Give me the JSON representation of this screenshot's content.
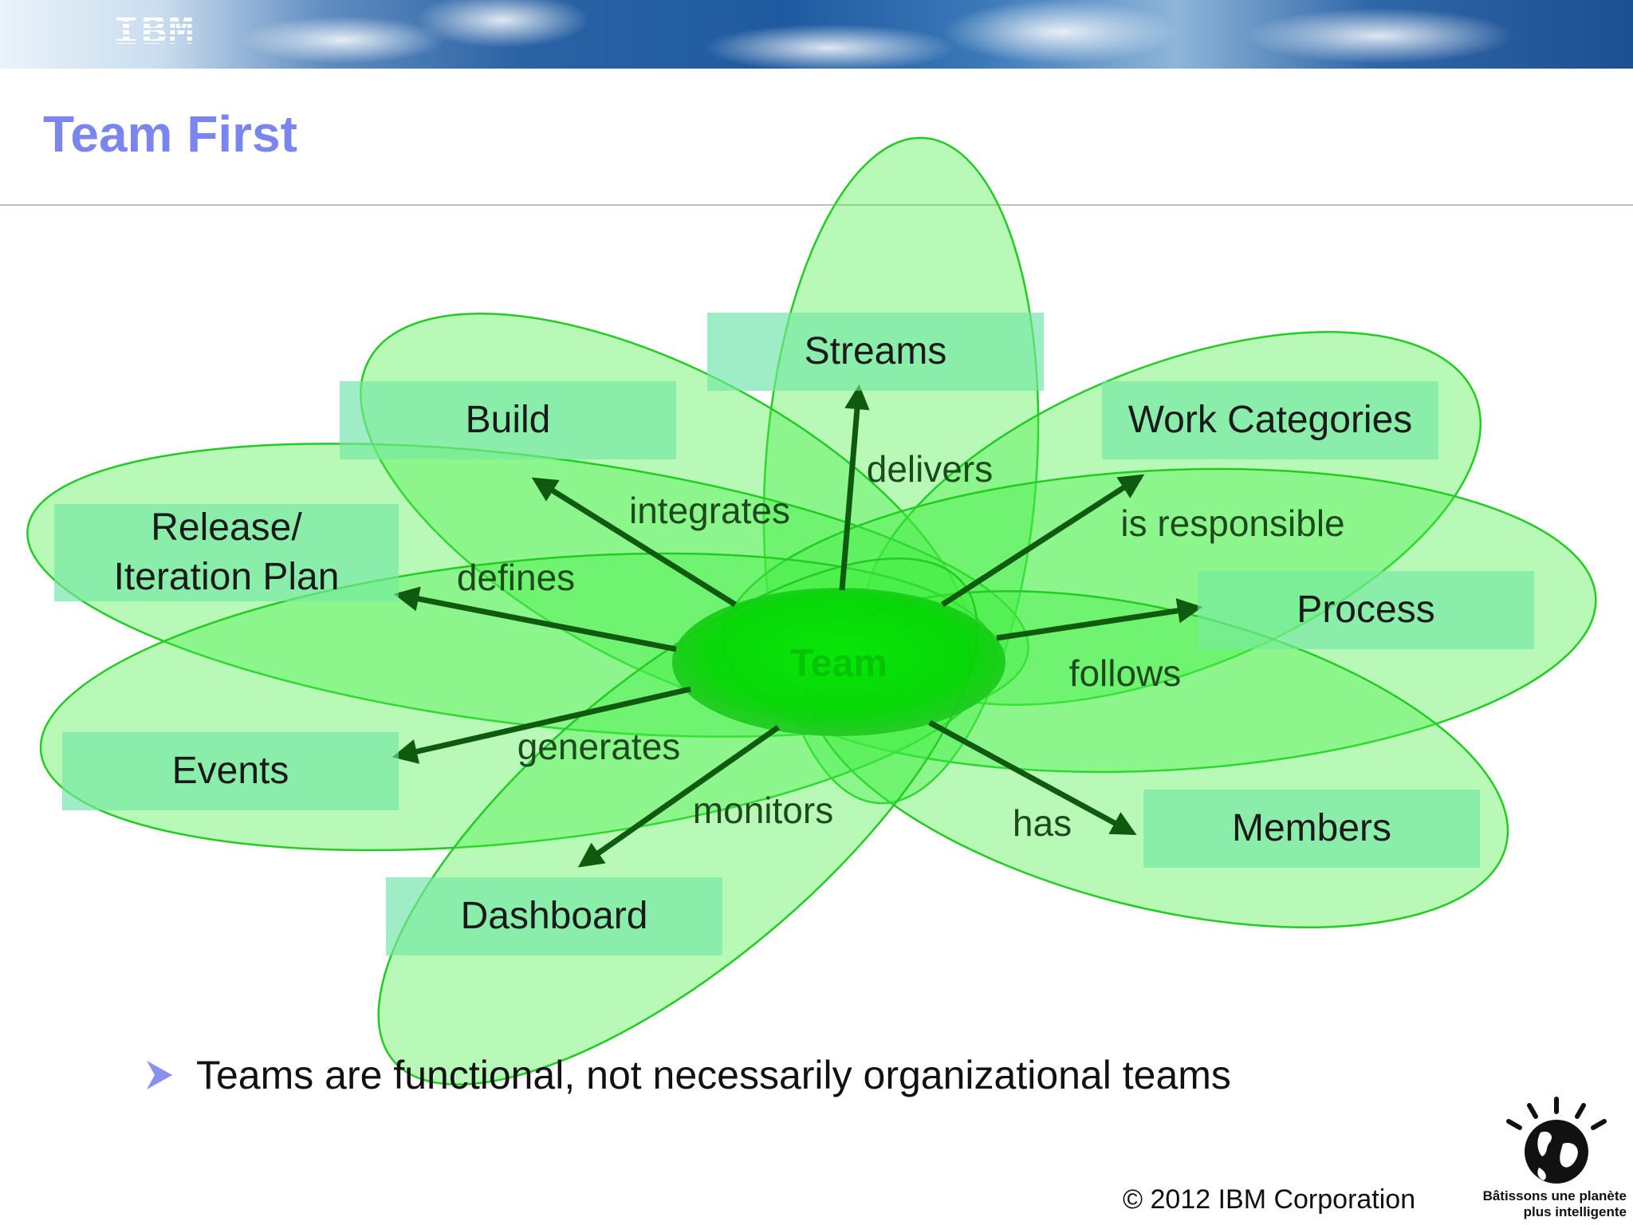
{
  "slide": {
    "title": "Team First",
    "brand": "IBM",
    "bullet": "Teams are functional, not necessarily organizational teams",
    "copyright": "© 2012 IBM Corporation",
    "tagline_line1": "Bâtissons une planète",
    "tagline_line2": "plus intelligente"
  },
  "diagram": {
    "center": "Team",
    "nodes": {
      "streams": "Streams",
      "build": "Build",
      "work_categories": "Work Categories",
      "release_line1": "Release/",
      "release_line2": "Iteration Plan",
      "process": "Process",
      "events": "Events",
      "members": "Members",
      "dashboard": "Dashboard"
    },
    "edges": {
      "delivers": "delivers",
      "integrates": "integrates",
      "is_responsible": "is responsible",
      "defines": "defines",
      "follows": "follows",
      "generates": "generates",
      "monitors": "monitors",
      "has": "has"
    }
  },
  "colors": {
    "title": "#7b85ee",
    "petal_fill": "#44ee44",
    "petal_stroke": "#22cc22",
    "label_box": "#88eeaa",
    "arrow": "#0f5a0f"
  }
}
